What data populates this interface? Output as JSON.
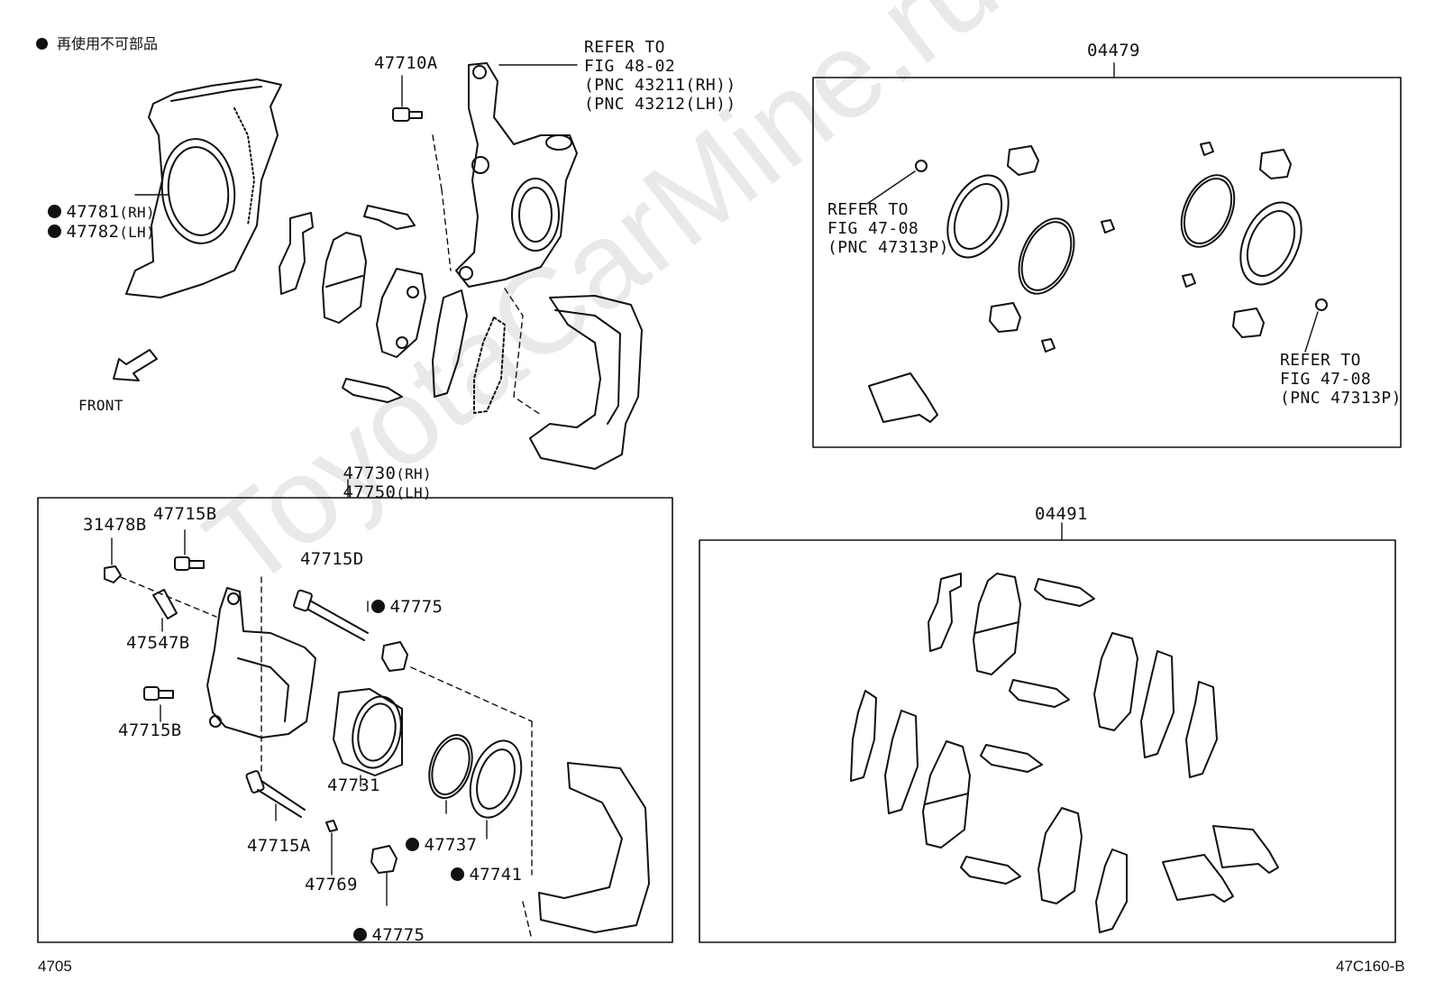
{
  "legend": {
    "symbol": "●",
    "text": "再使用不可部品"
  },
  "watermark": "ToyotaCarMine.ru",
  "parts": {
    "p47710A": "47710A",
    "p47781": "47781",
    "p47781_sfx": "(RH)",
    "p47782": "47782",
    "p47782_sfx": "(LH)",
    "front": "FRONT",
    "p47730": "47730",
    "p47730_sfx": "(RH)",
    "p47750": "47750",
    "p47750_sfx": "(LH)",
    "p31478B": "31478B",
    "p47715B_top": "47715B",
    "p47715D": "47715D",
    "p47775_top": "47775",
    "p47547B": "47547B",
    "p47715B_bot": "47715B",
    "p47731": "47731",
    "p47737": "47737",
    "p47741": "47741",
    "p47715A": "47715A",
    "p47769": "47769",
    "p47775_bot": "47775",
    "p04479": "04479",
    "p04491": "04491"
  },
  "refs": {
    "knuckle": [
      "REFER TO",
      "FIG 48-02",
      "(PNC 43211(RH))",
      "(PNC 43212(LH))"
    ],
    "kit_left": [
      "REFER TO",
      "FIG 47-08",
      "(PNC 47313P)"
    ],
    "kit_right": [
      "REFER TO",
      "FIG 47-08",
      "(PNC 47313P)"
    ]
  },
  "footer": {
    "left": "4705",
    "right": "47C160-B"
  }
}
